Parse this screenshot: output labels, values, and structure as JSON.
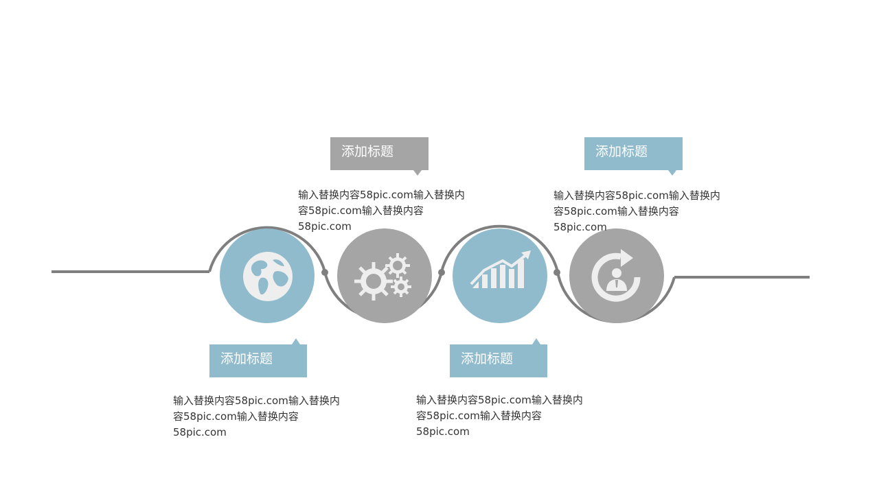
{
  "colors": {
    "blue": "#8fbbcc",
    "gray": "#a5a5a5",
    "line": "#7f7f7f",
    "icon": "#eeeeee"
  },
  "steps": [
    {
      "icon": "globe-icon",
      "title": "添加标题",
      "text": "输入替换内容58pic.com输入替换内容58pic.com输入替换内容58pic.com"
    },
    {
      "icon": "gears-icon",
      "title": "添加标题",
      "text": "输入替换内容58pic.com输入替换内容58pic.com输入替换内容58pic.com"
    },
    {
      "icon": "growth-chart-icon",
      "title": "添加标题",
      "text": "输入替换内容58pic.com输入替换内容58pic.com输入替换内容58pic.com"
    },
    {
      "icon": "person-refresh-icon",
      "title": "添加标题",
      "text": "输入替换内容58pic.com输入替换内容58pic.com输入替换内容58pic.com"
    }
  ]
}
